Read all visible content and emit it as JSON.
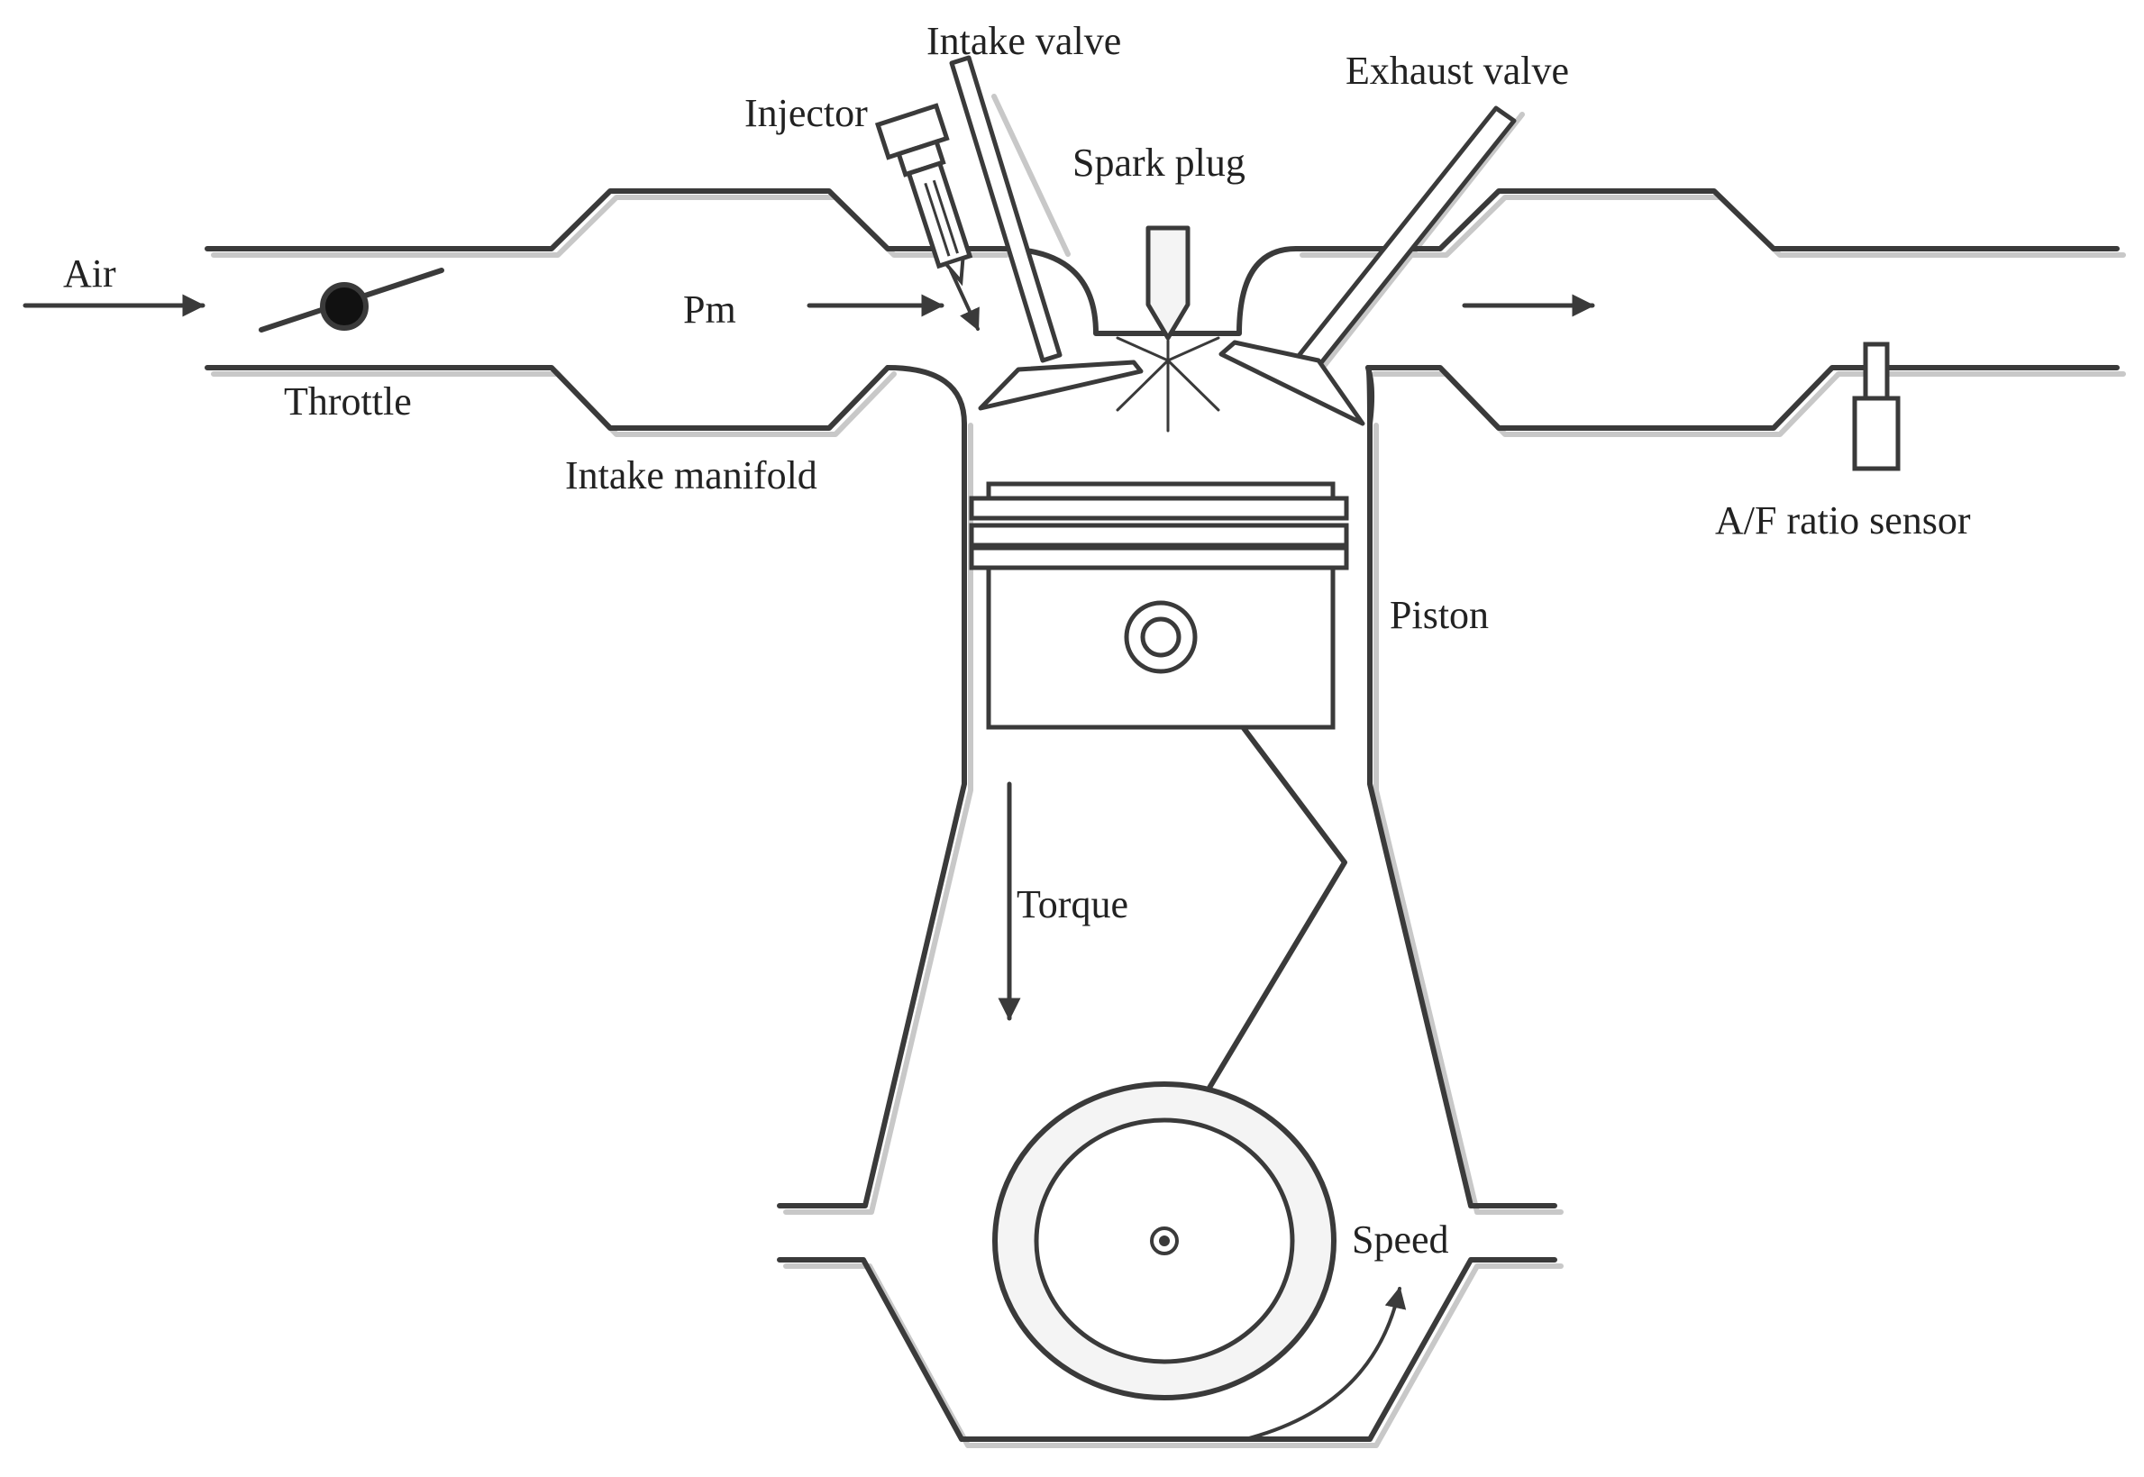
{
  "labels": {
    "air": "Air",
    "throttle": "Throttle",
    "pm": "Pm",
    "injector": "Injector",
    "intake_valve": "Intake valve",
    "spark_plug": "Spark plug",
    "exhaust_valve": "Exhaust valve",
    "intake_manifold": "Intake manifold",
    "af_sensor": "A/F ratio sensor",
    "piston": "Piston",
    "torque": "Torque",
    "speed": "Speed"
  },
  "colors": {
    "stroke": "#3a3a3a",
    "shadow": "#c8c8c8",
    "fill_light": "#f0f0f0",
    "fill_white": "#ffffff"
  }
}
